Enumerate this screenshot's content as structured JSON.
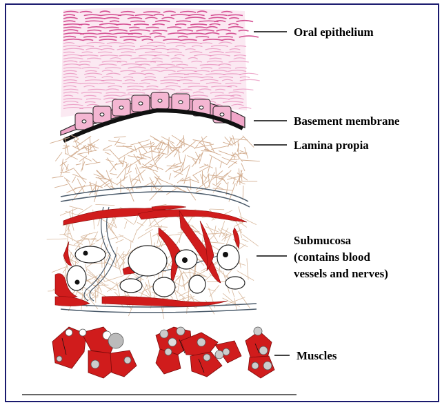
{
  "labels": {
    "oral_epithelium": "Oral epithelium",
    "basement_membrane": "Basement membrane",
    "lamina_propia": "Lamina propia",
    "submucosa_line1": "Submucosa",
    "submucosa_line2": "(contains blood",
    "submucosa_line3": "vessels and nerves)",
    "muscles": "Muscles"
  },
  "colors": {
    "border": "#1a1a6e",
    "epithelium_pink": "#e06aa6",
    "epithelium_light": "#f4c6dc",
    "membrane_pink": "#f0a6c8",
    "basement_black": "#111111",
    "fiber_tan": "#d2ac8e",
    "vessel_red": "#d01c1c",
    "nerve_grey": "#4a5a6a"
  }
}
